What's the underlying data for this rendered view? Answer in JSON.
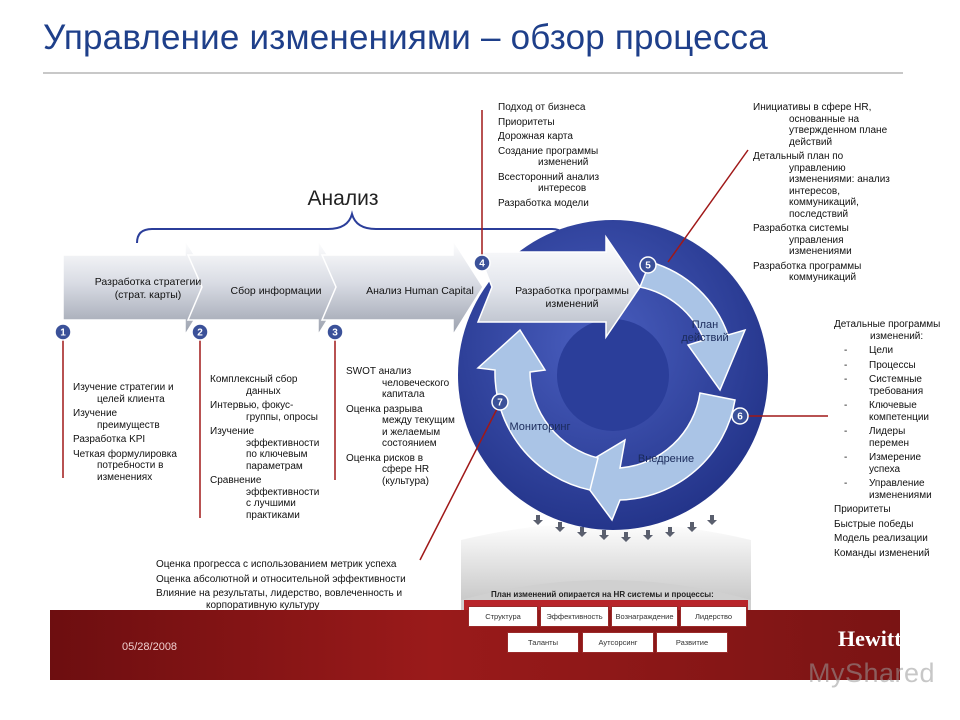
{
  "title": "Управление изменениями – обзор процесса",
  "analysis_label": "Анализ",
  "steps": [
    {
      "num": "1",
      "label_lines": [
        "Разработка стратегии",
        "(страт. карты)"
      ]
    },
    {
      "num": "2",
      "label_lines": [
        "Сбор информации"
      ]
    },
    {
      "num": "3",
      "label_lines": [
        "Анализ Human Capital"
      ]
    },
    {
      "num": "4",
      "label_lines": [
        "Разработка программы",
        "изменений"
      ]
    },
    {
      "num": "5",
      "label_lines": [
        "План",
        "действий"
      ]
    },
    {
      "num": "6",
      "label_lines": [
        "Внедрение"
      ]
    },
    {
      "num": "7",
      "label_lines": [
        "Мониторинг"
      ]
    }
  ],
  "notes": {
    "step1": [
      {
        "first": "Изучение стратегии и",
        "rest": [
          "целей клиента"
        ]
      },
      {
        "first": "Изучение",
        "rest": [
          "преимуществ"
        ]
      },
      {
        "first": "Разработка KPI",
        "rest": []
      },
      {
        "first": "Четкая формулировка",
        "rest": [
          "потребности в",
          "изменениях"
        ]
      }
    ],
    "step2": [
      {
        "first": "Комплексный сбор",
        "rest": [
          "данных"
        ]
      },
      {
        "first": "Интервью, фокус-",
        "rest": [
          "группы, опросы"
        ]
      },
      {
        "first": "Изучение",
        "rest": [
          "эффективности",
          "по ключевым",
          "параметрам"
        ]
      },
      {
        "first": "Сравнение",
        "rest": [
          "эффективности",
          "с лучшими",
          "практиками"
        ]
      }
    ],
    "step3": [
      {
        "first": "SWOT анализ",
        "rest": [
          "человеческого",
          "капитала"
        ]
      },
      {
        "first": "Оценка разрыва",
        "rest": [
          "между текущим",
          "и желаемым",
          "состоянием"
        ]
      },
      {
        "first": "Оценка рисков в",
        "rest": [
          "сфере HR",
          "(культура)"
        ]
      }
    ],
    "step4": [
      {
        "first": "Подход от бизнеса",
        "rest": []
      },
      {
        "first": "Приоритеты",
        "rest": []
      },
      {
        "first": "Дорожная карта",
        "rest": []
      },
      {
        "first": "Создание программы",
        "rest": [
          "изменений"
        ]
      },
      {
        "first": "Всесторонний анализ",
        "rest": [
          "интересов"
        ]
      },
      {
        "first": "Разработка модели",
        "rest": []
      }
    ],
    "step5": [
      {
        "first": "Инициативы в сфере HR,",
        "rest": [
          "основанные на",
          "утвержденном плане",
          "действий"
        ]
      },
      {
        "first": "Детальный план по",
        "rest": [
          "управлению",
          "изменениями: анализ",
          "интересов,",
          "коммуникаций,",
          "последствий"
        ]
      },
      {
        "first": "Разработка системы",
        "rest": [
          "управления",
          "изменениями"
        ]
      },
      {
        "first": "Разработка программы",
        "rest": [
          "коммуникаций"
        ]
      }
    ],
    "step6_header": "Детальные программы",
    "step6_header2": "изменений:",
    "step6_dash": [
      [
        "Цели"
      ],
      [
        "Процессы"
      ],
      [
        "Системные",
        "требования"
      ],
      [
        "Ключевые",
        "компетенции"
      ],
      [
        "Лидеры",
        "перемен"
      ],
      [
        "Измерение",
        "успеха"
      ],
      [
        "Управление",
        "изменениями"
      ]
    ],
    "step6_tail": [
      "Приоритеты",
      "Быстрые победы",
      "Модель реализации",
      "Команды изменений"
    ],
    "step7": [
      {
        "first": "Оценка прогресса с использованием метрик успеха",
        "rest": []
      },
      {
        "first": "Оценка абсолютной и относительной эффективности",
        "rest": []
      },
      {
        "first": "Влияние на результаты, лидерство, вовлеченность и",
        "rest": [
          "корпоративную культуру"
        ]
      }
    ]
  },
  "hr_panel": {
    "caption": "План изменений опирается на HR системы и процессы:",
    "row1": [
      "Структура",
      "Эффективность",
      "Вознаграждение",
      "Лидерство"
    ],
    "row2": [
      "Таланты",
      "Аутсорсинг",
      "Развитие"
    ]
  },
  "footer": {
    "date": "05/28/2008",
    "brand": "Hewitt",
    "watermark": "MyShared"
  },
  "colors": {
    "title": "#1e3f8a",
    "ring_dark": "#2b3e9a",
    "ring_light": "#aac4e6",
    "marker": "#3b5199",
    "connector": "#a01818",
    "footer": "#8a1616"
  }
}
